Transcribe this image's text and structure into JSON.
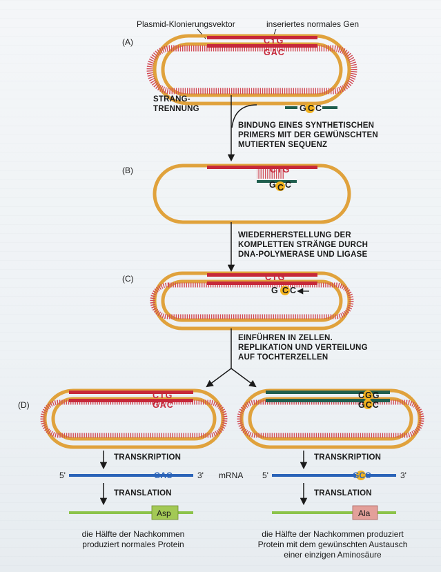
{
  "labels": {
    "vector": "Plasmid-Klonierungsvektor",
    "gene": "inseriertes normales Gen"
  },
  "panels": {
    "a": "(A)",
    "b": "(B)",
    "c": "(C)",
    "d": "(D)"
  },
  "steps": {
    "strand_sep_1": "STRANG-",
    "strand_sep_2": "TRENNUNG",
    "primer_1": "BINDUNG EINES SYNTHETISCHEN",
    "primer_2": "PRIMERS MIT DER GEWÜNSCHTEN",
    "primer_3": "MUTIERTEN SEQUENZ",
    "repair_1": "WIEDERHERSTELLUNG DER",
    "repair_2": "KOMPLETTEN STRÄNGE DURCH",
    "repair_3": "DNA-POLYMERASE UND LIGASE",
    "intro_1": "EINFÜHREN IN ZELLEN.",
    "intro_2": "REPLIKATION UND VERTEILUNG",
    "intro_3": "AUF TOCHTERZELLEN",
    "transcription": "TRANSKRIPTION",
    "translation": "TRANSLATION"
  },
  "codons": {
    "ctg": "CTG",
    "gac": "GAC",
    "g": "G",
    "c": "C",
    "cgg": "CGG",
    "gcc": "GCC"
  },
  "mrna": {
    "five": "5'",
    "three": "3'",
    "label": "mRNA",
    "left_codon": "GAC",
    "right_codon": "GCC"
  },
  "protein": {
    "left_aa": "Asp",
    "right_aa": "Ala",
    "left_caption_1": "die Hälfte der Nachkommen",
    "left_caption_2": "produziert normales Protein",
    "right_caption_1": "die Hälfte der Nachkommen produziert",
    "right_caption_2": "Protein mit dem gewünschten Austausch",
    "right_caption_3": "einer einzigen Aminosäure"
  },
  "colors": {
    "plasmid": "#e0a23c",
    "gene": "#c6283a",
    "mutant": "#1f5e4e",
    "mrna": "#2a63b8",
    "protein": "#8cc34a",
    "asp_box": "#a3c955",
    "ala_box": "#e3a09a",
    "highlight": "#f2b21f"
  }
}
